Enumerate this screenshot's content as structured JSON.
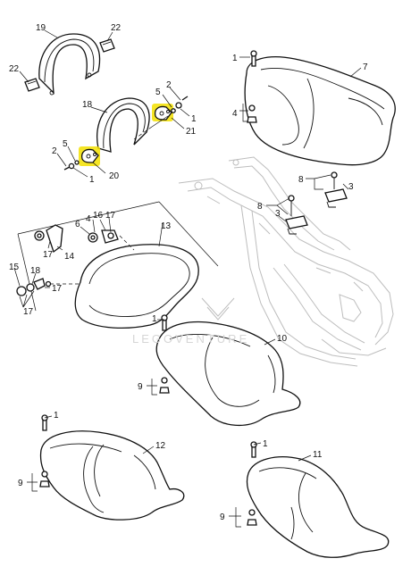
{
  "watermark": "LEGOVENTURE",
  "highlight_color": "#f3e000",
  "callouts": [
    {
      "id": "c1",
      "text": "19"
    },
    {
      "id": "c2",
      "text": "22"
    },
    {
      "id": "c3",
      "text": "22"
    },
    {
      "id": "c4",
      "text": "18"
    },
    {
      "id": "c5",
      "text": "2"
    },
    {
      "id": "c6",
      "text": "5"
    },
    {
      "id": "c7",
      "text": "1"
    },
    {
      "id": "c8",
      "text": "21"
    },
    {
      "id": "c9",
      "text": "2"
    },
    {
      "id": "c10",
      "text": "5"
    },
    {
      "id": "c11",
      "text": "1"
    },
    {
      "id": "c12",
      "text": "20"
    },
    {
      "id": "c13",
      "text": "1"
    },
    {
      "id": "c14",
      "text": "7"
    },
    {
      "id": "c15",
      "text": "4"
    },
    {
      "id": "c16",
      "text": "8"
    },
    {
      "id": "c17",
      "text": "3"
    },
    {
      "id": "c18",
      "text": "8"
    },
    {
      "id": "c19",
      "text": "3"
    },
    {
      "id": "c20",
      "text": "13"
    },
    {
      "id": "c21",
      "text": "6"
    },
    {
      "id": "c22",
      "text": "4"
    },
    {
      "id": "c23",
      "text": "16"
    },
    {
      "id": "c24",
      "text": "17"
    },
    {
      "id": "c25",
      "text": "17"
    },
    {
      "id": "c26",
      "text": "14"
    },
    {
      "id": "c27",
      "text": "15"
    },
    {
      "id": "c28",
      "text": "18"
    },
    {
      "id": "c29",
      "text": "17"
    },
    {
      "id": "c30",
      "text": "17"
    },
    {
      "id": "c31",
      "text": "1"
    },
    {
      "id": "c32",
      "text": "10"
    },
    {
      "id": "c33",
      "text": "9"
    },
    {
      "id": "c34",
      "text": "1"
    },
    {
      "id": "c35",
      "text": "12"
    },
    {
      "id": "c36",
      "text": "9"
    },
    {
      "id": "c37",
      "text": "1"
    },
    {
      "id": "c38",
      "text": "11"
    },
    {
      "id": "c39",
      "text": "9"
    }
  ]
}
